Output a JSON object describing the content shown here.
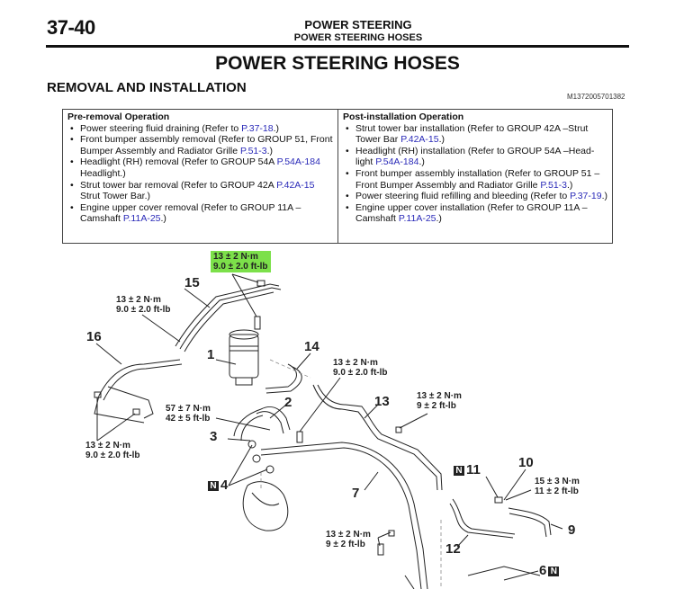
{
  "header": {
    "page_number": "37-40",
    "section": "POWER STEERING",
    "subsection": "POWER STEERING HOSES"
  },
  "title": "POWER STEERING HOSES",
  "subtitle": "REMOVAL AND INSTALLATION",
  "figure_id": "M1372005701382",
  "pre_removal": {
    "heading": "Pre-removal Operation",
    "items": [
      {
        "text": "Power steering fluid draining  (Refer to ",
        "link": "P.37-18",
        "after": ".)"
      },
      {
        "text": "Front bumper assembly removal (Refer to GROUP 51, Front Bumper Assembly and Radiator Grille ",
        "link": "P.51-3",
        "after": ".)"
      },
      {
        "text": "Headlight (RH) removal (Refer to GROUP 54A ",
        "link": "P.54A-184",
        "after": " Headlight.)"
      },
      {
        "text": "Strut tower bar removal (Refer to GROUP 42A ",
        "link": "P.42A-15",
        "after": " Strut Tower Bar.)"
      },
      {
        "text": "Engine upper cover removal (Refer to GROUP 11A – Camshaft ",
        "link": "P.11A-25",
        "after": ".)"
      }
    ]
  },
  "post_installation": {
    "heading": "Post-installation Operation",
    "items": [
      {
        "text": "Strut tower bar installation (Refer to GROUP 42A –Strut Tower Bar ",
        "link": "P.42A-15",
        "after": ".)"
      },
      {
        "text": "Headlight (RH) installation (Refer to GROUP 54A –Head-light ",
        "link": "P.54A-184",
        "after": ".)"
      },
      {
        "text": "Front bumper assembly installation (Refer to GROUP 51 – Front Bumper Assembly and Radiator Grille ",
        "link": "P.51-3",
        "after": ".)"
      },
      {
        "text": "Power steering fluid refilling and bleeding (Refer to ",
        "link": "P.37-19",
        "after": ".)"
      },
      {
        "text": "Engine upper cover installation (Refer to GROUP 11A – Camshaft ",
        "link": "P.11A-25",
        "after": ".)"
      }
    ]
  },
  "diagram": {
    "highlight_color": "#7ce04a",
    "torque_labels": [
      {
        "id": "t-top-highlight",
        "nm": "13 ± 2 N·m",
        "ftlb": "9.0 ± 2.0 ft-lb",
        "highlighted": true
      },
      {
        "id": "t-15",
        "nm": "13 ± 2 N·m",
        "ftlb": "9.0 ± 2.0 ft-lb"
      },
      {
        "id": "t-14",
        "nm": "13 ± 2 N·m",
        "ftlb": "9.0 ± 2.0 ft-lb"
      },
      {
        "id": "t-13",
        "nm": "13 ± 2 N·m",
        "ftlb": "9 ± 2 ft-lb"
      },
      {
        "id": "t-3",
        "nm": "57 ± 7 N·m",
        "ftlb": "42 ± 5 ft-lb"
      },
      {
        "id": "t-16",
        "nm": "13 ± 2 N·m",
        "ftlb": "9.0 ± 2.0 ft-lb"
      },
      {
        "id": "t-10",
        "nm": "15 ± 3 N·m",
        "ftlb": "11 ± 2 ft-lb"
      },
      {
        "id": "t-7",
        "nm": "13 ± 2 N·m",
        "ftlb": "9 ± 2 ft-lb"
      }
    ],
    "part_numbers": [
      "1",
      "2",
      "3",
      "4",
      "6",
      "7",
      "9",
      "10",
      "11",
      "12",
      "13",
      "14",
      "15",
      "16"
    ],
    "new_part_badge": "N"
  }
}
